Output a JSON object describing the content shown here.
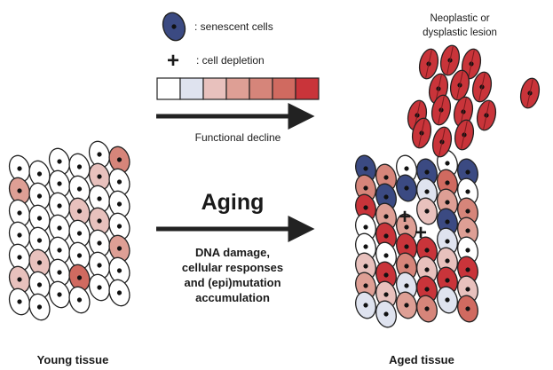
{
  "legend": {
    "senescent_label": ": senescent cells",
    "depletion_label": ": cell depletion",
    "depletion_symbol": "+",
    "decline_label": "Functional decline",
    "colors": {
      "senescent": "#3b4a82",
      "scale": [
        "#ffffff",
        "#dfe3ef",
        "#e8c1bd",
        "#de9f95",
        "#d6857a",
        "#d06a60",
        "#c9343a"
      ]
    }
  },
  "lesion_label": [
    "Neoplastic or",
    "dysplastic lesion"
  ],
  "aging": {
    "title": "Aging",
    "mechanisms": [
      "DNA damage,",
      "cellular responses",
      "and (epi)mutation",
      "accumulation"
    ]
  },
  "captions": {
    "young": "Young tissue",
    "aged": "Aged tissue"
  },
  "icons": {
    "cell": "cell-icon",
    "arrow": "arrow-right-icon",
    "plus": "plus-icon"
  }
}
